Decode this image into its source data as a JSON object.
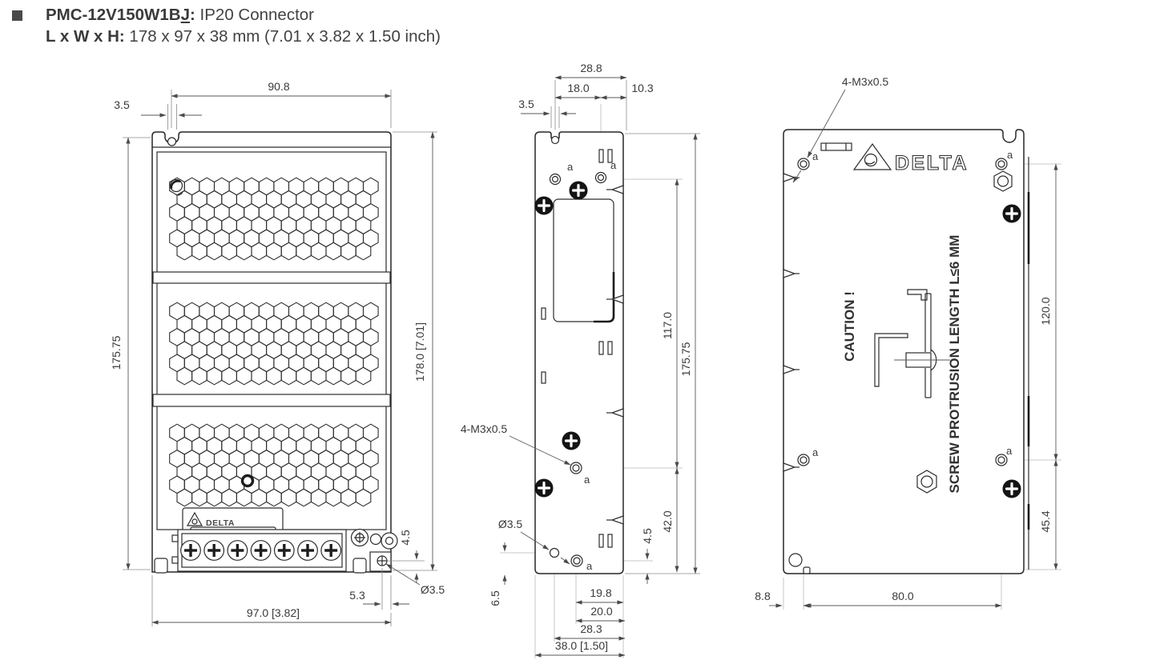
{
  "header": {
    "model": "PMC-12V150W1B",
    "model_suffix": "J",
    "colon": ":",
    "subtitle": " IP20 Connector",
    "dims_label": "L x W x H:",
    "dims_value": " 178 x 97 x 38 mm (7.01 x 3.82 x 1.50 inch)"
  },
  "brand": "DELTA",
  "hole_label": "a",
  "front_view": {
    "dims": {
      "slot_offset": "3.5",
      "top_width": "90.8",
      "body_height": "175.75",
      "total_height": "178.0 [7.01]",
      "hole_edge_v": "4.5",
      "hole_dia": "Ø3.5",
      "hole_edge_h": "5.3",
      "total_width": "97.0 [3.82]"
    }
  },
  "side_view": {
    "dims": {
      "top_total": "28.8",
      "hole_pitch": "18.0",
      "edge_offset": "10.3",
      "slot_offset": "3.5",
      "thread_note": "4-M3x0.5",
      "hole_span": "117.0",
      "body_height": "175.75",
      "lower_span": "42.0",
      "hole_edge_v": "4.5",
      "hole_dia": "Ø3.5",
      "corner_offset": "6.5",
      "w1": "19.8",
      "w2": "20.0",
      "w3": "28.3",
      "total_width": "38.0 [1.50]"
    }
  },
  "back_view": {
    "dims": {
      "thread_note": "4-M3x0.5",
      "hole_span_v": "120.0",
      "lower_span_v": "45.4",
      "edge_offset": "8.8",
      "hole_span_h": "80.0"
    },
    "caution_title": "CAUTION !",
    "caution_text": "SCREW PROTRUSION LENGTH  L≤6 MM"
  }
}
